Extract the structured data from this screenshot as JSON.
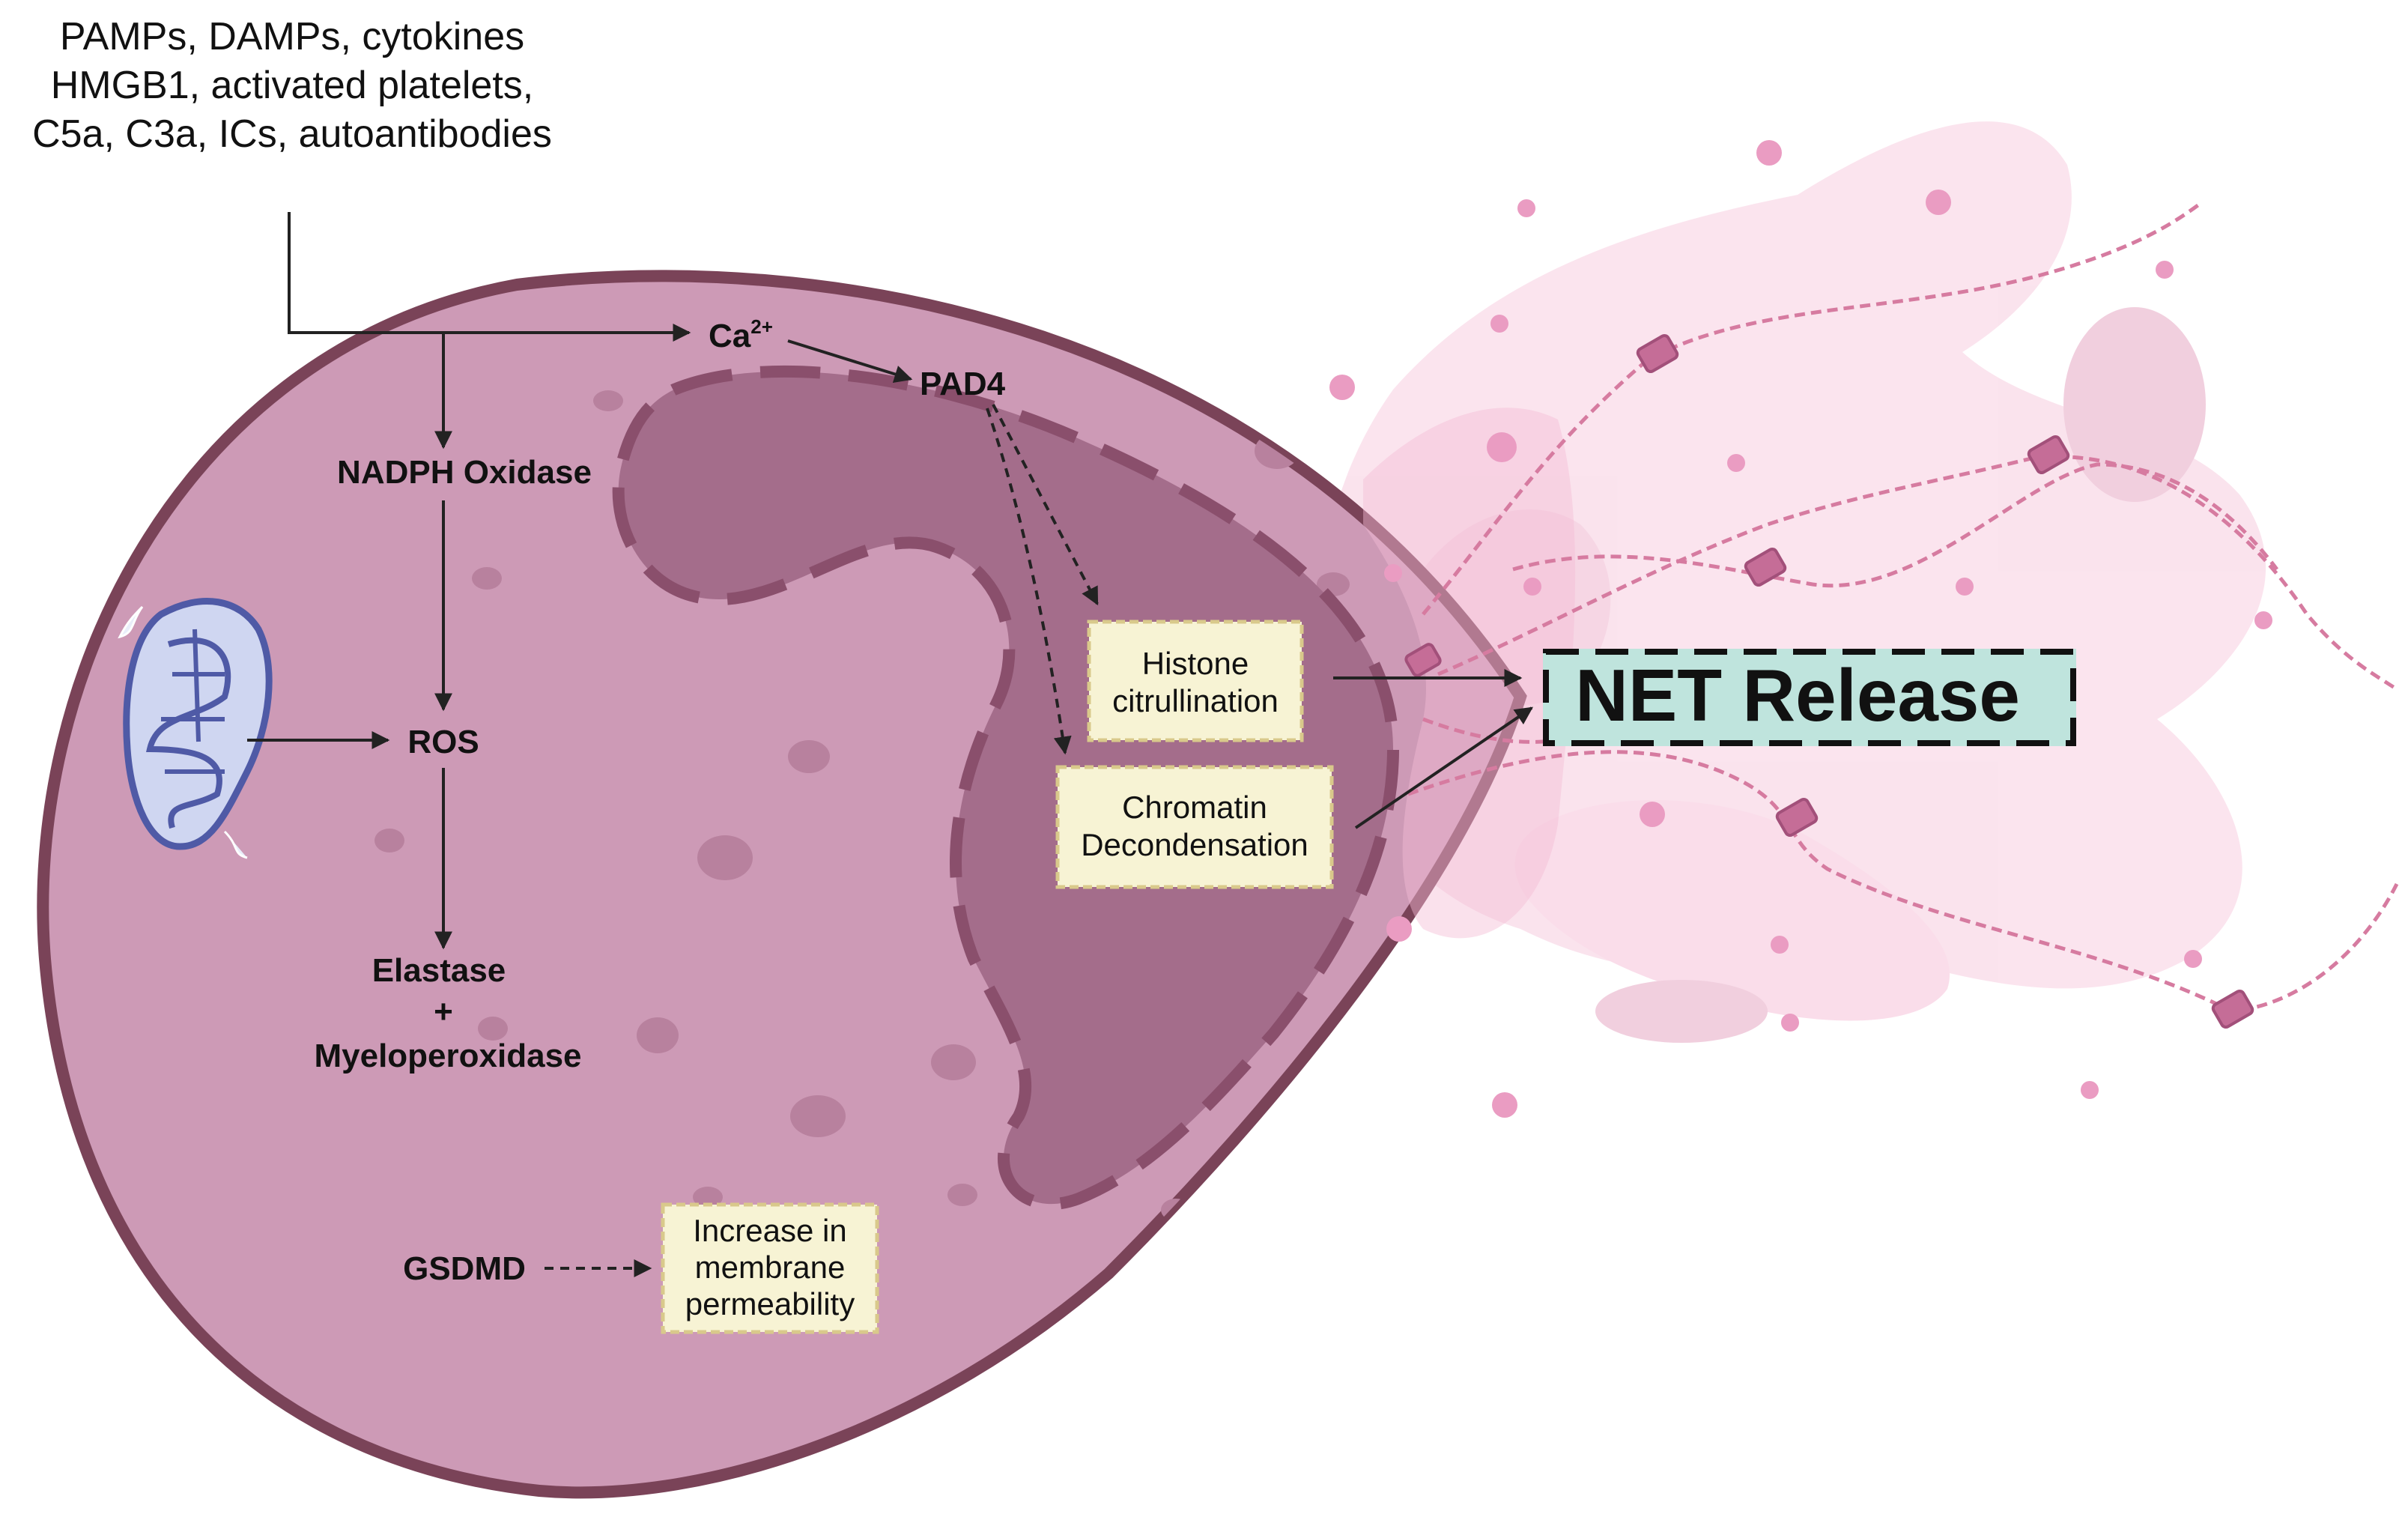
{
  "stimuli": {
    "line1": "PAMPs, DAMPs, cytokines",
    "line2": "HMGB1, activated platelets,",
    "line3": "C5a, C3a, ICs, autoantibodies"
  },
  "labels": {
    "ca_base": "Ca",
    "ca_sup": "2+",
    "pad4": "PAD4",
    "nadph": "NADPH Oxidase",
    "ros": "ROS",
    "elastase": "Elastase",
    "plus": "+",
    "mpo": "Myeloperoxidase",
    "gsdmd": "GSDMD"
  },
  "boxes": {
    "histone": {
      "line1": "Histone",
      "line2": "citrullination"
    },
    "chromatin": {
      "line1": "Chromatin",
      "line2": "Decondensation"
    },
    "membrane": {
      "line1": "Increase in",
      "line2": "membrane",
      "line3": "permeability"
    }
  },
  "net_release": "NET Release",
  "colors": {
    "cell_fill": "#cd9ab6",
    "cell_border": "#7a4358",
    "nucleus_fill": "#a46d8b",
    "nucleus_dash": "#8a4f6c",
    "granule": "#b8819e",
    "box_fill": "#f7f3d4",
    "box_border": "#d9c98b",
    "net_box": "#bfe4dd",
    "cloud": "#f6c5db",
    "dna": "#d67ba0",
    "mito_fill": "#cfd6f1",
    "mito_stroke": "#4f5aa6",
    "arrow": "#222222"
  }
}
